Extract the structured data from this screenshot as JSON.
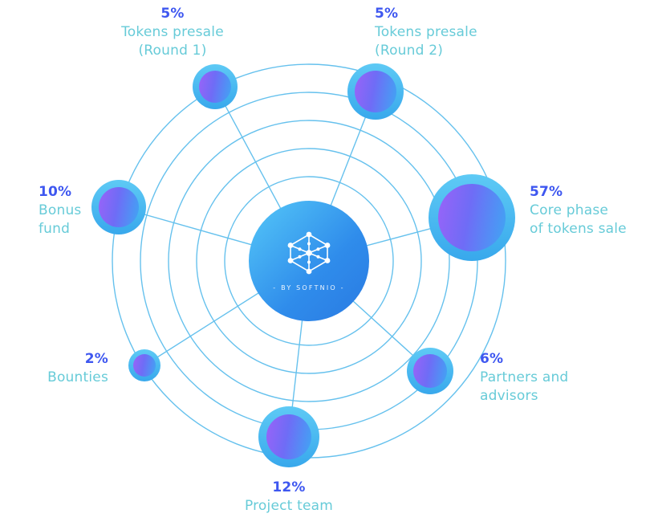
{
  "colors": {
    "background": "#ffffff",
    "percent_text": "#3e57f0",
    "label_text": "#67cbd8",
    "orbit_stroke": "#56bbec",
    "halo_fill": "#4ab9f0",
    "bubble_gradient_start": "#9a63f8",
    "bubble_gradient_end": "#3fa6f4",
    "center_gradient_start": "#55c8f8",
    "center_gradient_end": "#2a7ae2",
    "center_text": "#ffffff"
  },
  "center": {
    "caption": "- BY SOFTNIO -"
  },
  "nodes": [
    {
      "id": "tokens-presale-round-1",
      "percent": "5%",
      "line1": "Tokens presale",
      "line2": "(Round 1)"
    },
    {
      "id": "tokens-presale-round-2",
      "percent": "5%",
      "line1": "Tokens presale",
      "line2": "(Round 2)"
    },
    {
      "id": "bonus-fund",
      "percent": "10%",
      "line1": "Bonus",
      "line2": "fund"
    },
    {
      "id": "core-phase",
      "percent": "57%",
      "line1": "Core phase",
      "line2": "of tokens sale"
    },
    {
      "id": "bounties",
      "percent": "2%",
      "line1": "Bounties"
    },
    {
      "id": "partners-advisors",
      "percent": "6%",
      "line1": "Partners and",
      "line2": "advisors"
    },
    {
      "id": "project-team",
      "percent": "12%",
      "line1": "Project team"
    }
  ],
  "chart_data": {
    "type": "pie",
    "unit": "%",
    "layout": "radial-bubble",
    "labels": [
      "Tokens presale (Round 1)",
      "Tokens presale (Round 2)",
      "Bonus fund",
      "Core phase of tokens sale",
      "Bounties",
      "Partners and advisors",
      "Project team"
    ],
    "values": [
      5,
      5,
      10,
      57,
      2,
      6,
      12
    ],
    "center_label": "- BY SOFTNIO -"
  }
}
